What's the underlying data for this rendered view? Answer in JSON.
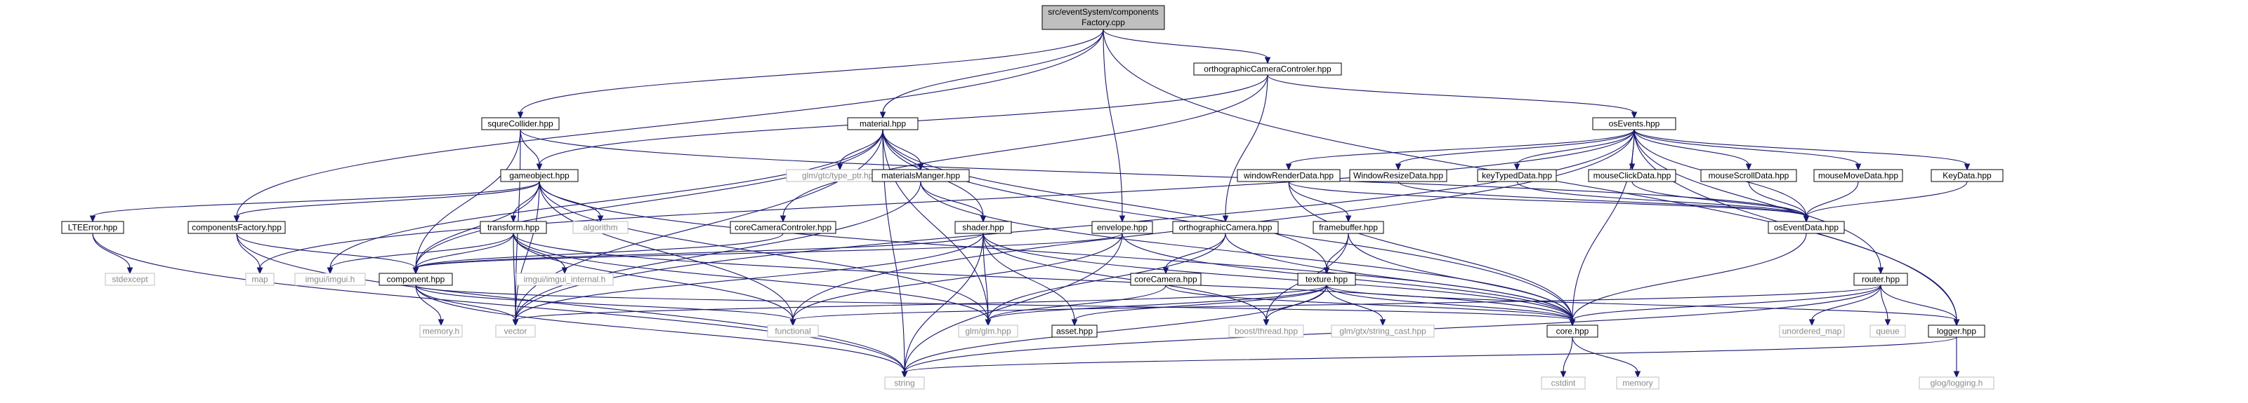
{
  "root": [
    "src/eventSystem/components",
    "Factory.cpp"
  ],
  "nodes": {
    "root": "src/eventSystem/componentsFactory.cpp",
    "ortho": "orthographicCameraControler.hpp",
    "squre": "squreCollider.hpp",
    "material": "material.hpp",
    "osevents": "osEvents.hpp",
    "gameobject": "gameobject.hpp",
    "glmtype": "glm/gtc/type_ptr.hpp",
    "matmgr": "materialsManger.hpp",
    "wrd": "windowRenderData.hpp",
    "wrsd": "WindowResizeData.hpp",
    "ktd": "keyTypedData.hpp",
    "mcd": "mouseClickData.hpp",
    "msd": "mouseScrollData.hpp",
    "mmd": "mouseMoveData.hpp",
    "keyd": "KeyData.hpp",
    "lte": "LTEError.hpp",
    "compfac": "componentsFactory.hpp",
    "transform": "transform.hpp",
    "algorithm": "algorithm",
    "corecamctl": "coreCameraControler.hpp",
    "shader": "shader.hpp",
    "envelope": "envelope.hpp",
    "orthocam": "orthographicCamera.hpp",
    "framebuffer": "framebuffer.hpp",
    "oseventdata": "osEventData.hpp",
    "stdexcept": "stdexcept",
    "map": "map",
    "imgui": "imgui/imgui.h",
    "imguiint": "imgui/imgui_internal.h",
    "component": "component.hpp",
    "corecamera": "coreCamera.hpp",
    "texture": "texture.hpp",
    "router": "router.hpp",
    "memoryh": "memory.h",
    "vector": "vector",
    "functional": "functional",
    "glm": "glm/glm.hpp",
    "asset": "asset.hpp",
    "boost": "boost/thread.hpp",
    "strcast": "glm/gtx/string_cast.hpp",
    "core": "core.hpp",
    "umap": "unordered_map",
    "queue": "queue",
    "logger": "logger.hpp",
    "string": "string",
    "cstdint": "cstdint",
    "memory": "memory",
    "glog": "glog/logging.h"
  },
  "colors": {
    "edge": "#191970",
    "root_fill": "#bfbfbf",
    "system_border": "#bfbfbf",
    "system_text": "#8a8a8a"
  }
}
